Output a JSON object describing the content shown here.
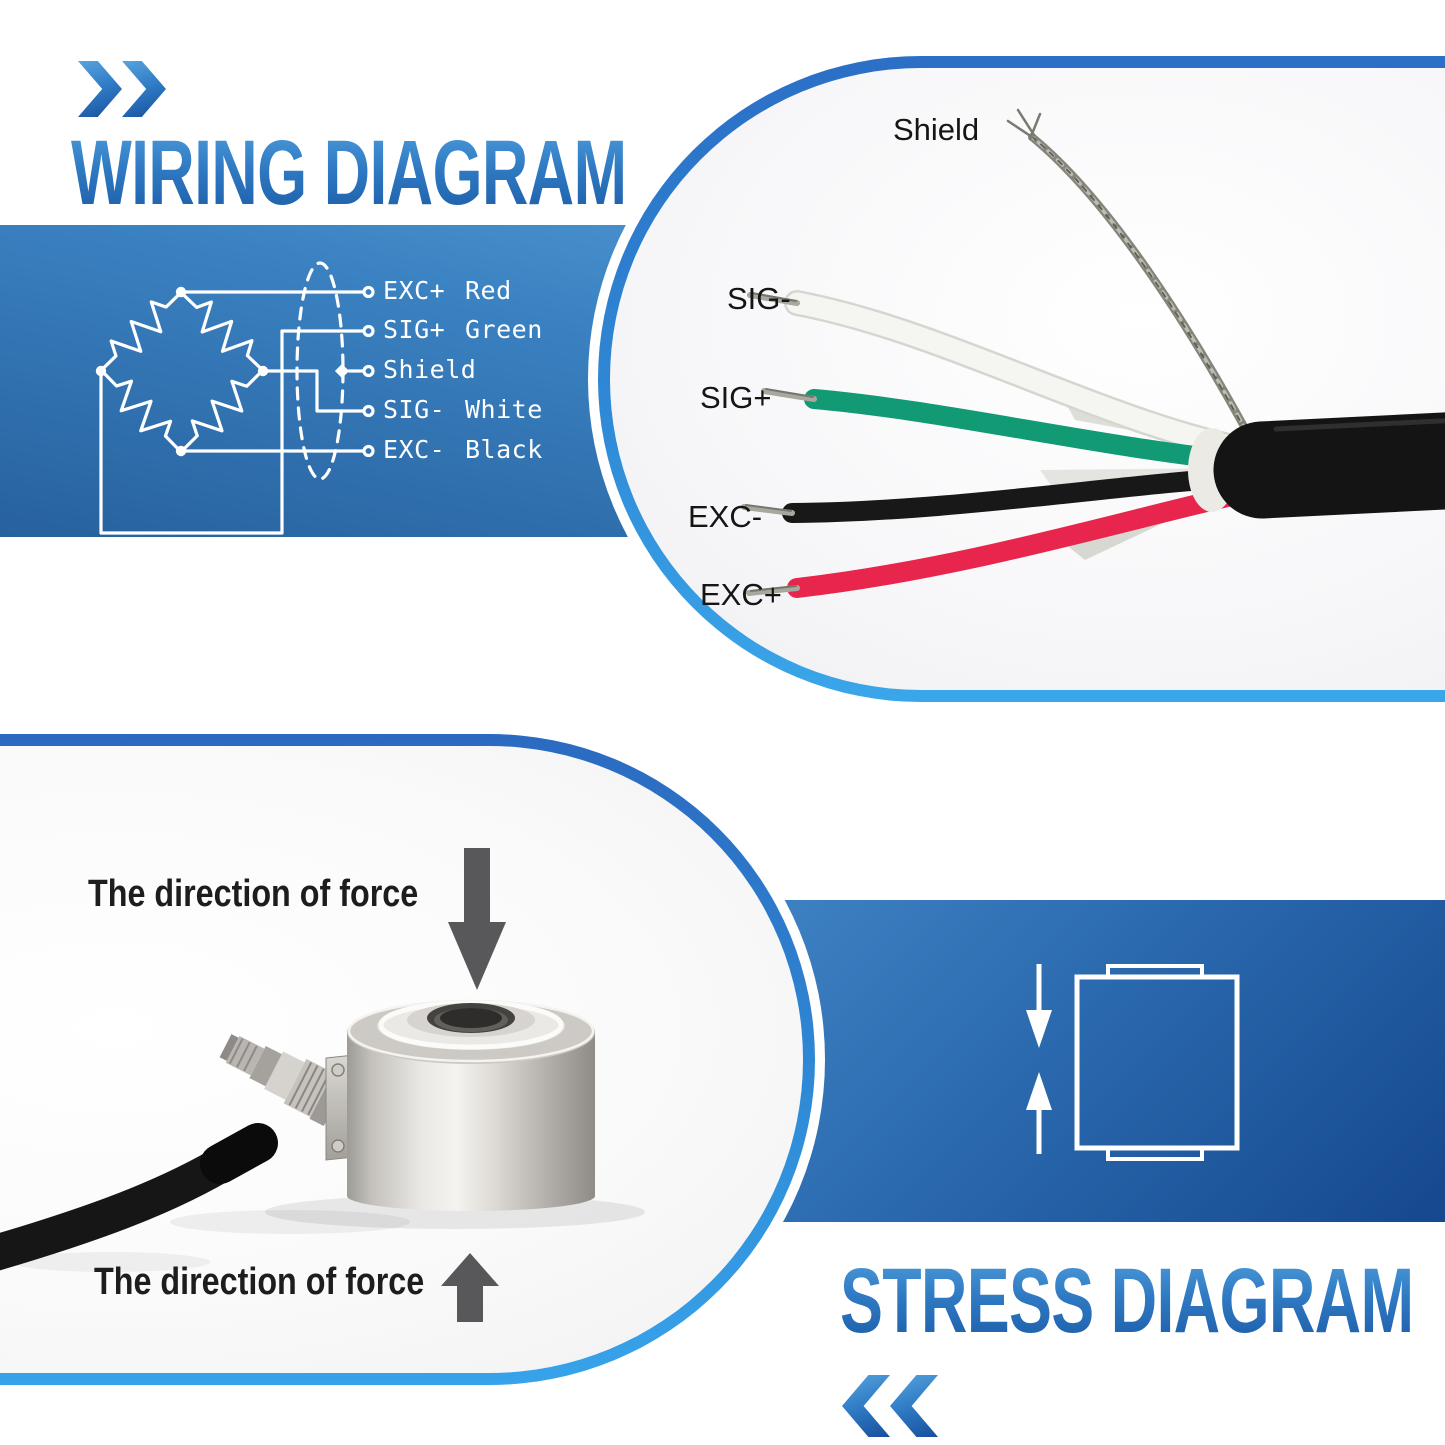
{
  "wiring_section": {
    "title": "WIRING DIAGRAM",
    "chevrons_icon": "double-chevron-right",
    "bridge_rows": [
      {
        "signal": "EXC+",
        "wire_color": "Red"
      },
      {
        "signal": "SIG+",
        "wire_color": "Green"
      },
      {
        "signal": "Shield",
        "wire_color": ""
      },
      {
        "signal": "SIG-",
        "wire_color": "White"
      },
      {
        "signal": "EXC-",
        "wire_color": "Black"
      }
    ]
  },
  "cable_photo": {
    "labels": [
      "Shield",
      "SIG-",
      "SIG+",
      "EXC-",
      "EXC+"
    ],
    "wire_colors": {
      "shield": "#85857b",
      "sig_minus": "#f5f5f1",
      "sig_plus": "#129a74",
      "exc_minus": "#181818",
      "exc_plus": "#e8254c",
      "jacket": "#141414"
    }
  },
  "force_section": {
    "top_label": "The direction of force",
    "bottom_label": "The direction of force"
  },
  "stress_section": {
    "title": "STRESS DIAGRAM",
    "chevrons_icon": "double-chevron-left"
  },
  "colors": {
    "title_gradient_top": "#4e9bdb",
    "title_gradient_bottom": "#1c5ca8",
    "blob_border_top": "#2b6fc6",
    "blob_border_bottom": "#38a5ea",
    "wiring_panel_dark": "#27619e",
    "wiring_panel_light": "#5aa3da",
    "stress_panel_light": "#468ccb",
    "stress_panel_dark": "#15488e",
    "diagram_line": "#ffffff",
    "arrow_gray": "#58585a"
  }
}
